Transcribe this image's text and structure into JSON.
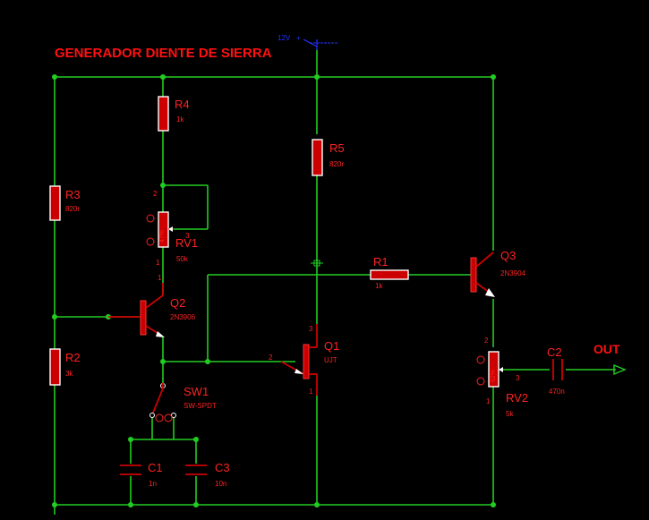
{
  "title": "GENERADOR DIENTE DE SIERRA",
  "power_label": "12V",
  "output_label": "OUT",
  "colors": {
    "background": "#000000",
    "wire": "#22cc22",
    "component": "#cc0000",
    "text": "#ff2222",
    "power": "#2233ff"
  },
  "components": {
    "R1": {
      "ref": "R1",
      "value": "1k"
    },
    "R2": {
      "ref": "R2",
      "value": "3k"
    },
    "R3": {
      "ref": "R3",
      "value": "820r"
    },
    "R4": {
      "ref": "R4",
      "value": "1k"
    },
    "R5": {
      "ref": "R5",
      "value": "820r"
    },
    "RV1": {
      "ref": "RV1",
      "value": "50k",
      "wiper": "47%"
    },
    "RV2": {
      "ref": "RV2",
      "value": "5k",
      "wiper": "62%"
    },
    "Q1": {
      "ref": "Q1",
      "value": "UJT"
    },
    "Q2": {
      "ref": "Q2",
      "value": "2N3906"
    },
    "Q3": {
      "ref": "Q3",
      "value": "2N3904"
    },
    "SW1": {
      "ref": "SW1",
      "value": "SW-SPDT"
    },
    "C1": {
      "ref": "C1",
      "value": "1n"
    },
    "C2": {
      "ref": "C2",
      "value": "470n"
    },
    "C3": {
      "ref": "C3",
      "value": "10n"
    }
  },
  "pins": {
    "one": "1",
    "two": "2",
    "three": "3"
  }
}
